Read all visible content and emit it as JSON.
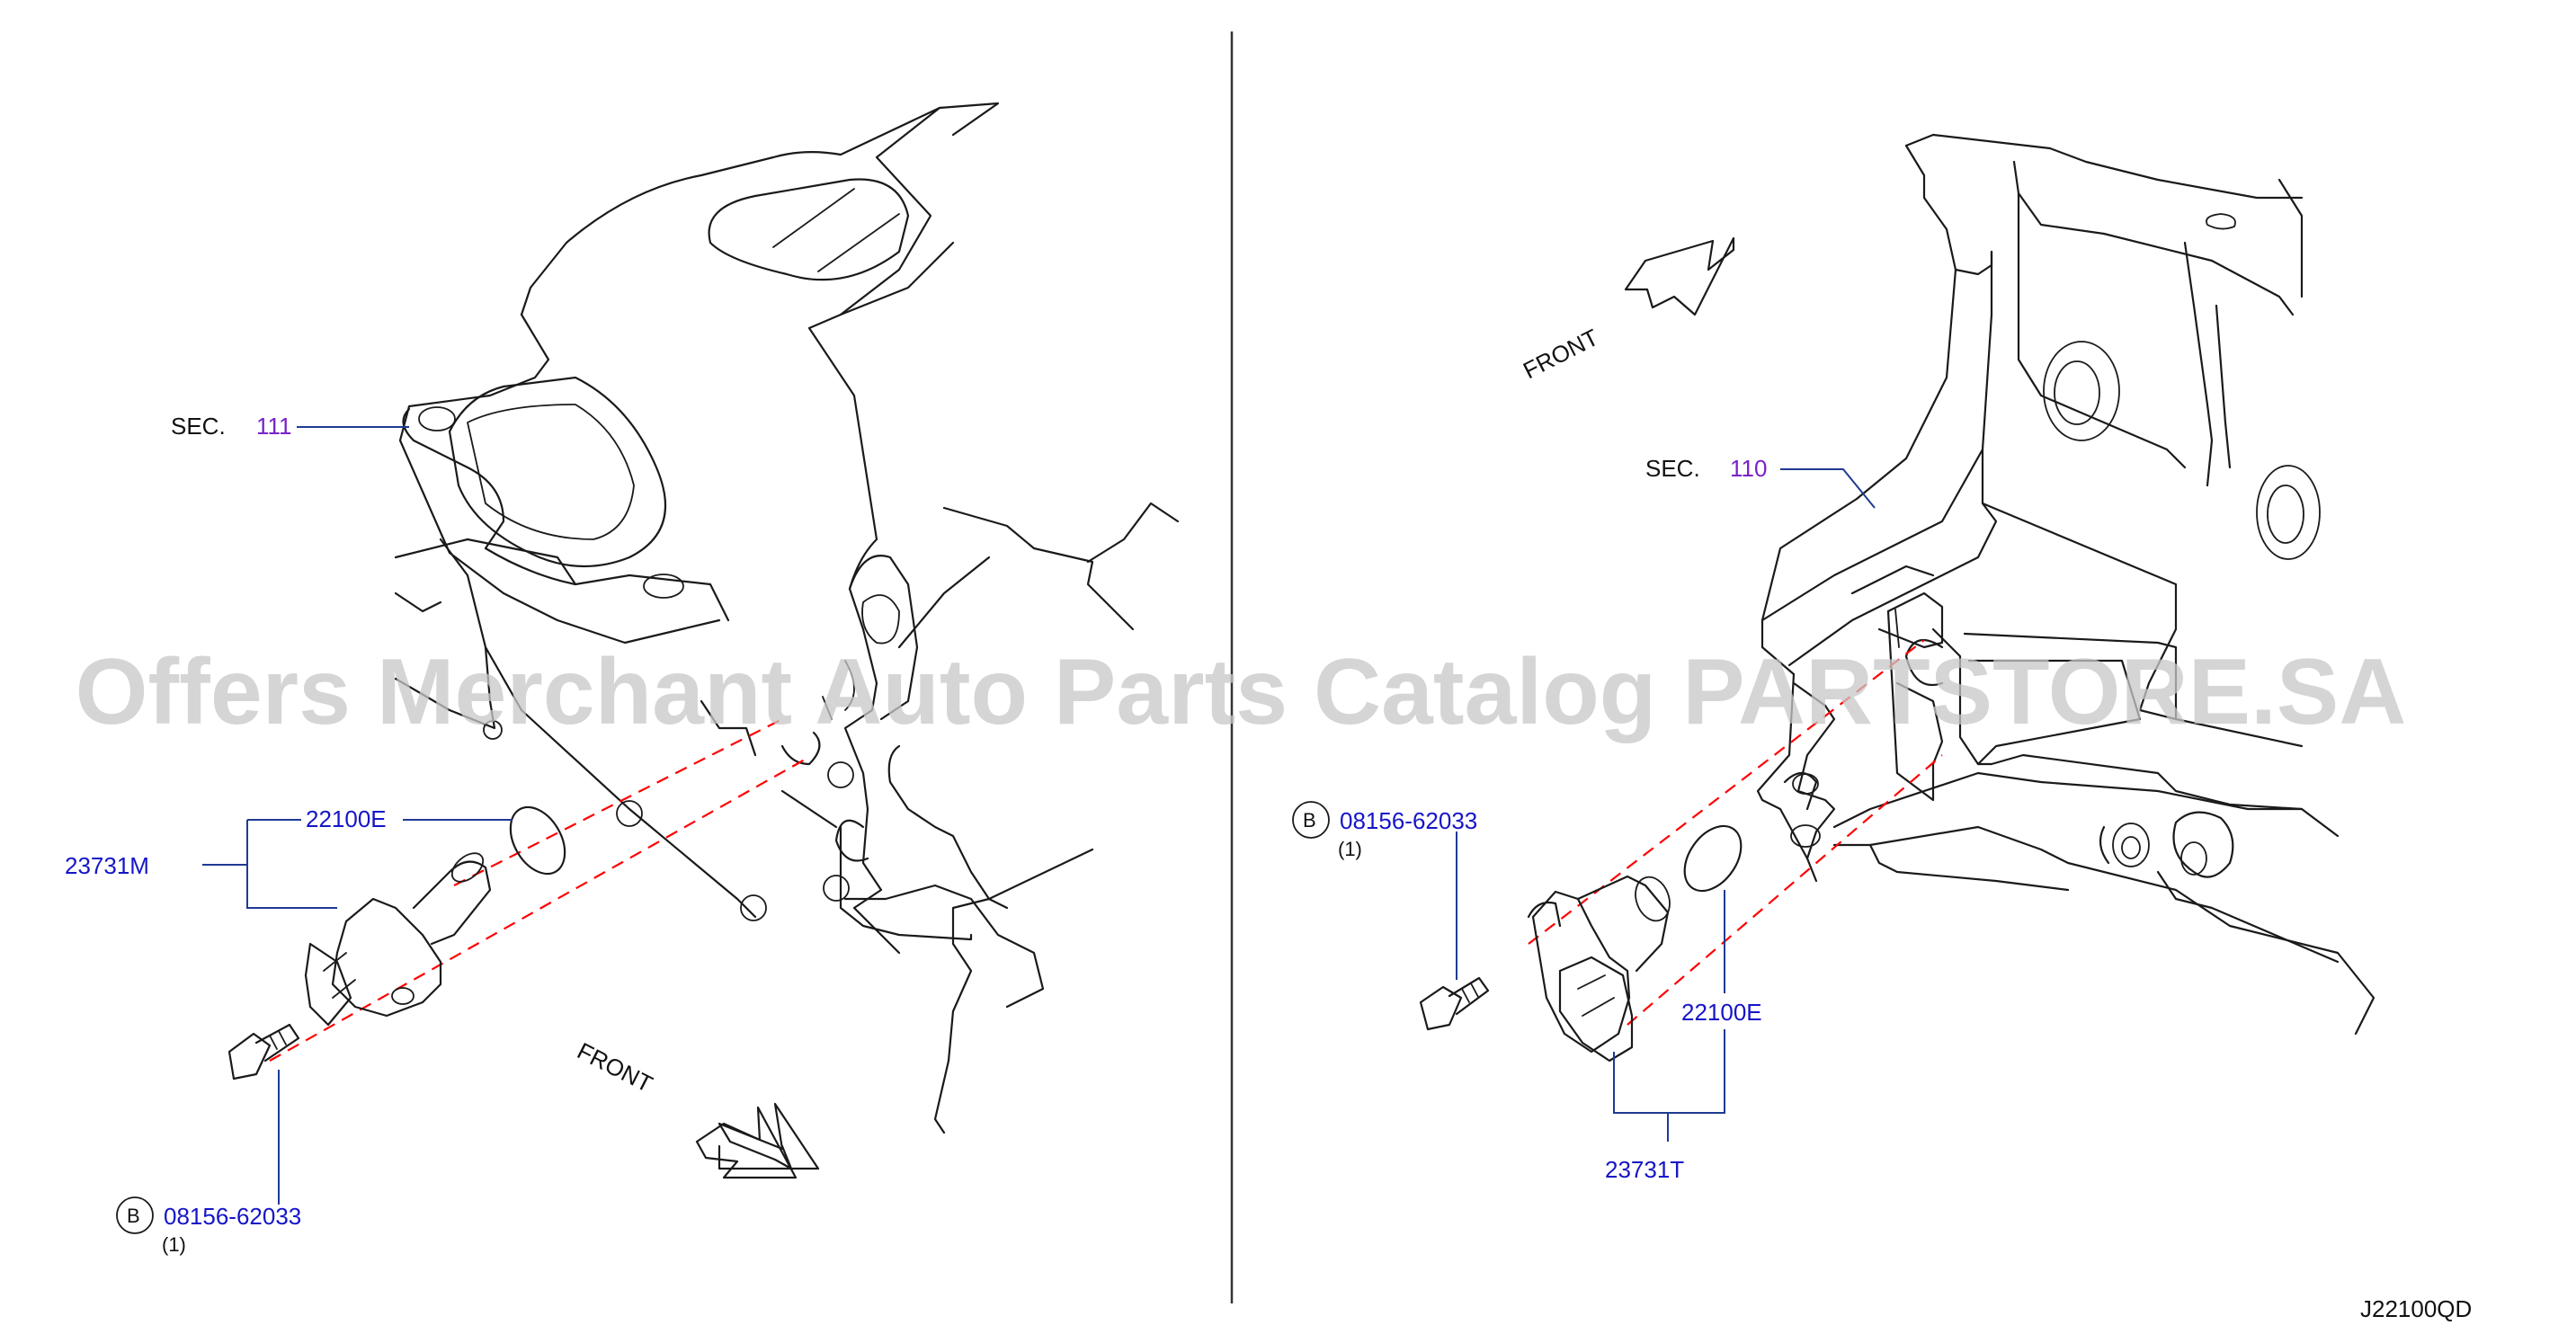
{
  "watermark": "Offers Merchant Auto Parts Catalog PARTSTORE.SA",
  "diagram_code": "J22100QD",
  "left": {
    "sec_prefix": "SEC.",
    "sec_number": "111",
    "sensor_part": "23731M",
    "oring_part": "22100E",
    "bolt_badge": "B",
    "bolt_part": "08156-62033",
    "bolt_qty": "(1)",
    "front_label": "FRONT"
  },
  "right": {
    "sec_prefix": "SEC.",
    "sec_number": "110",
    "sensor_part": "23731T",
    "oring_part": "22100E",
    "bolt_badge": "B",
    "bolt_part": "08156-62033",
    "bolt_qty": "(1)",
    "front_label": "FRONT"
  },
  "colors": {
    "part_number": "#1515c8",
    "section_number": "#7a22c8",
    "leader_line": "#1f3a93",
    "alignment_dash": "#ff0000",
    "watermark": "#c8c8c8"
  }
}
